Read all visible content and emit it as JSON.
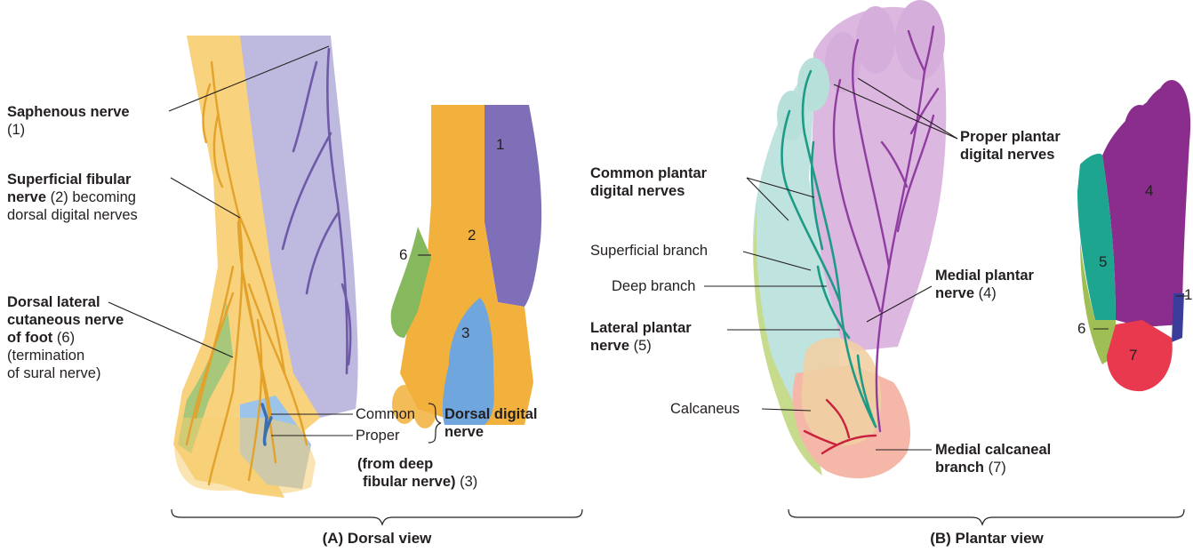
{
  "colors": {
    "saphenous": "#8e86c7",
    "fibular": "#f5c35a",
    "deep_fibular": "#8ab9e4",
    "sural": "#9cc16a",
    "medial_plantar": "#9d3c9a",
    "lateral_plantar": "#2db59b",
    "calcaneal": "#e9455b",
    "nerve_yellow": "#e6a72e",
    "nerve_purple": "#6f3a96",
    "nerve_teal": "#1e9b86"
  },
  "dorsal": {
    "saphenous_bold": "Saphenous nerve",
    "saphenous_num": "(1)",
    "sup_fib_bold_1": "Superficial fibular",
    "sup_fib_bold_2": "nerve",
    "sup_fib_rest_2": "(2) becoming",
    "sup_fib_line_3": "dorsal digital nerves",
    "dlc_1": "Dorsal lateral",
    "dlc_2": "cutaneous nerve",
    "dlc_3": "of foot",
    "dlc_3_num": "(6)",
    "dlc_4": "(termination",
    "dlc_5": "of sural nerve)",
    "common": "Common",
    "proper": "Proper",
    "ddn_1": "Dorsal digital",
    "ddn_2": "nerve",
    "deep_1": "(from deep",
    "deep_2": "fibular nerve)",
    "deep_num": "(3)",
    "caption": "(A) Dorsal view",
    "map_numbers": [
      "1",
      "2",
      "3",
      "6"
    ]
  },
  "plantar": {
    "proper_1": "Proper plantar",
    "proper_2": "digital nerves",
    "common_1": "Common plantar",
    "common_2": "digital nerves",
    "superficial": "Superficial branch",
    "deep": "Deep branch",
    "lat_1": "Lateral plantar",
    "lat_2": "nerve",
    "lat_num": "(5)",
    "med_1": "Medial plantar",
    "med_2": "nerve",
    "med_num": "(4)",
    "calcaneus": "Calcaneus",
    "calc_1": "Medial calcaneal",
    "calc_2": "branch",
    "calc_num": "(7)",
    "caption": "(B) Plantar view",
    "map_numbers": [
      "4",
      "5",
      "1",
      "6",
      "7"
    ]
  }
}
